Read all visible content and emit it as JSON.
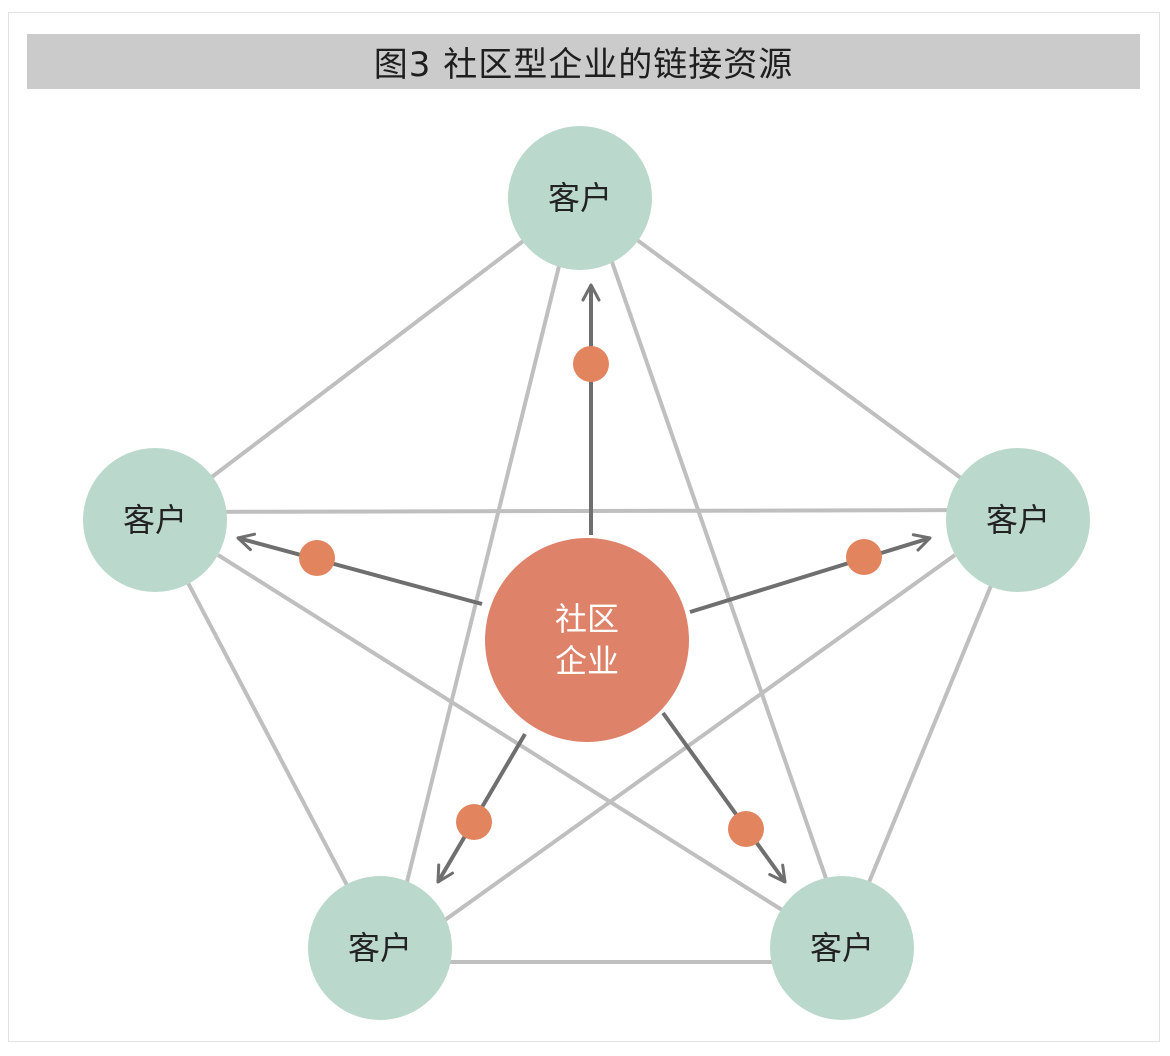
{
  "title": "图3  社区型企业的链接资源",
  "center": {
    "label_lines": [
      "社区",
      "企业"
    ]
  },
  "nodes": [
    {
      "id": "top",
      "label": "客户"
    },
    {
      "id": "left",
      "label": "客户"
    },
    {
      "id": "right",
      "label": "客户"
    },
    {
      "id": "bottom-left",
      "label": "客户"
    },
    {
      "id": "bottom-right",
      "label": "客户"
    }
  ],
  "colors": {
    "node_fill": "#bbd8cc",
    "center_fill": "#de826a",
    "dot_fill": "#e2855e",
    "edge": "#bfbfbf",
    "arrow": "#6f6f6f",
    "title_bg": "#cbcbcb"
  }
}
